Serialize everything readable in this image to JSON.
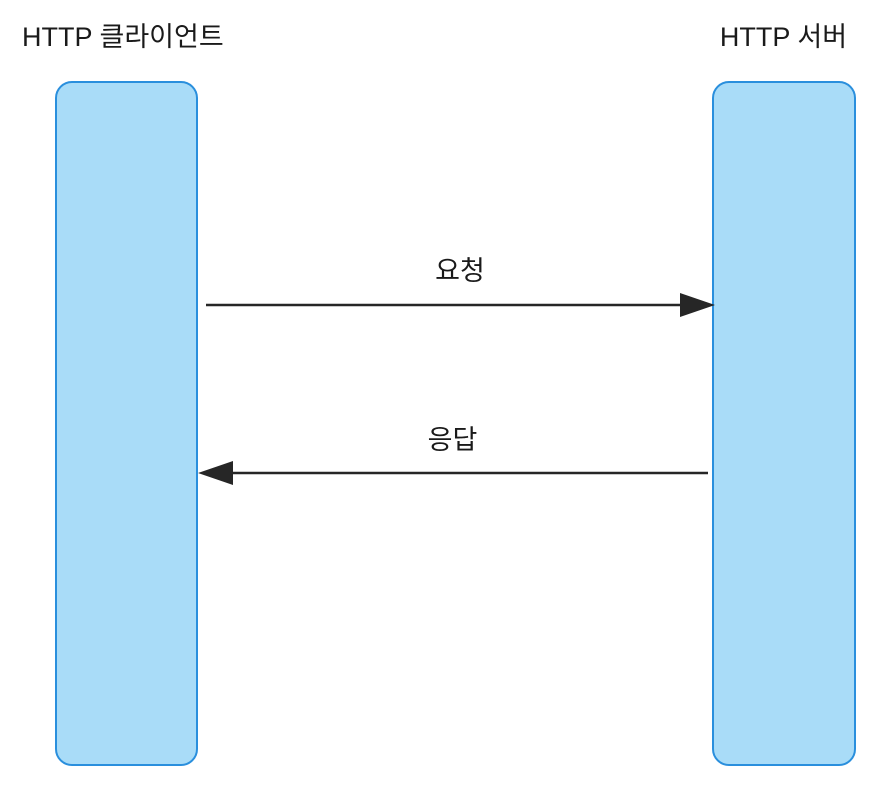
{
  "diagram": {
    "type": "sequence-diagram",
    "background_color": "#ffffff",
    "participants": [
      {
        "id": "client",
        "label": "HTTP 클라이언트",
        "fill_color": "#a9dcf8",
        "border_color": "#2a8fdd"
      },
      {
        "id": "server",
        "label": "HTTP 서버",
        "fill_color": "#a9dcf8",
        "border_color": "#2a8fdd"
      }
    ],
    "messages": [
      {
        "id": "request",
        "label": "요청",
        "from": "client",
        "to": "server",
        "direction": "right",
        "line_color": "#262626"
      },
      {
        "id": "response",
        "label": "응답",
        "from": "server",
        "to": "client",
        "direction": "left",
        "line_color": "#262626"
      }
    ]
  }
}
